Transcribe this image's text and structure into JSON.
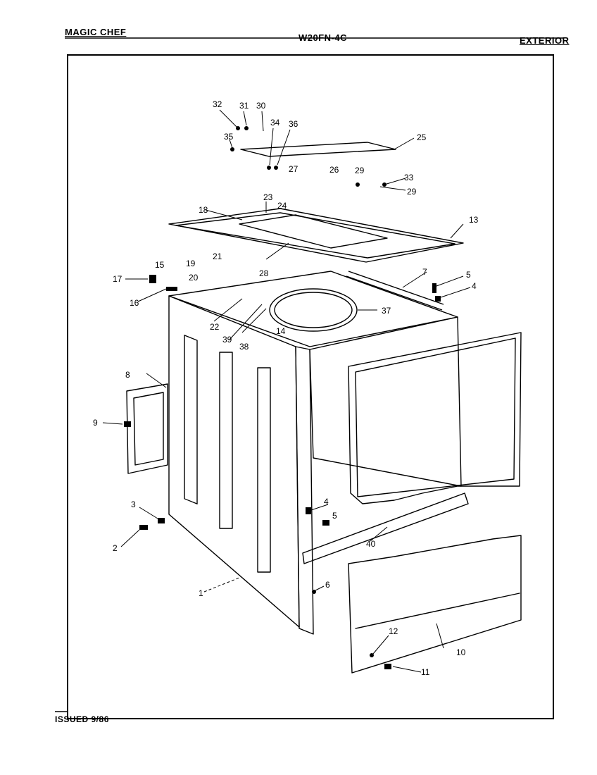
{
  "header": {
    "brand": "MAGIC CHEF",
    "model": "W20FN-4C",
    "section": "EXTERIOR"
  },
  "footer": {
    "issued": "ISSUED 9/86"
  },
  "callouts": [
    "1",
    "2",
    "3",
    "4",
    "5",
    "6",
    "7",
    "8",
    "9",
    "10",
    "11",
    "12",
    "13",
    "14",
    "15",
    "16",
    "17",
    "18",
    "19",
    "20",
    "21",
    "22",
    "23",
    "24",
    "25",
    "26",
    "27",
    "28",
    "29",
    "30",
    "31",
    "32",
    "33",
    "34",
    "35",
    "36",
    "37",
    "38",
    "39",
    "40"
  ],
  "callouts_repeated": [
    "4",
    "5",
    "29"
  ]
}
